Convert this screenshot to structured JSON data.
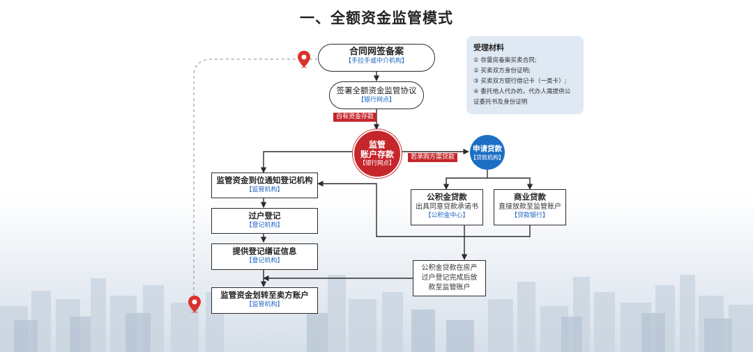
{
  "title": "一、全额资金监管模式",
  "nodes": {
    "contract": {
      "title": "合同网签备案",
      "sub": "【手拉手或中介机构】"
    },
    "agreement": {
      "title": "签署全额资金监管协议",
      "sub": "【银行网点】"
    },
    "supervision": {
      "line1": "监管",
      "line2": "账户存款",
      "sub": "【银行网点】"
    },
    "loan": {
      "title": "申请贷款",
      "sub": "【贷款机构】"
    },
    "notify": {
      "title": "监管资金到位通知登记机构",
      "sub": "【监管机构】"
    },
    "transfer_reg": {
      "title": "过户登记",
      "sub": "【登记机构】"
    },
    "provide_info": {
      "title": "提供登记缮证信息",
      "sub": "【登记机构】"
    },
    "transfer_funds": {
      "title": "监管资金划转至卖方账户",
      "sub": "【监管机构】"
    },
    "fund_loan": {
      "title": "公积金贷款",
      "desc": "出具同意贷款承诺书",
      "sub": "【公积金中心】"
    },
    "commercial_loan": {
      "title": "商业贷款",
      "desc": "直接放款至监管账户",
      "sub": "【贷款银行】"
    },
    "fund_release": {
      "line1": "公积金贷款在房产",
      "line2": "过户登记完成后放",
      "line3": "款至监管账户"
    }
  },
  "tags": {
    "own_funds": "自有资金存款",
    "if_loan": "若承购方需贷款"
  },
  "materials": {
    "title": "受理材料",
    "items": [
      "① 存量房备案买卖合同;",
      "② 买卖双方身份证明;",
      "③ 买卖双方银行借记卡（一类卡）;",
      "④ 委托他人代办的，代办人需提供公",
      "证委托书及身份证明"
    ]
  },
  "colors": {
    "red": "#c5262b",
    "blue": "#1b63c0",
    "loan_blue": "#1d6fc4",
    "pin_red": "#d9332b"
  },
  "icons": [
    "location-pin-icon"
  ]
}
